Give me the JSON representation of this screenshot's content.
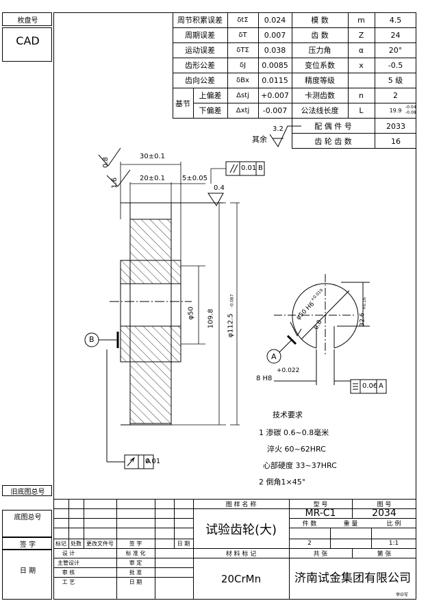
{
  "left_margin": {
    "file_no_label": "枚盘号",
    "cad_label": "CAD",
    "old_drawing_label": "旧底图总号",
    "drawing_total_label": "底图总号",
    "sign_label": "签  字",
    "date_label": "日  期"
  },
  "params_table": {
    "rows": [
      {
        "name": "周节积累误差",
        "sym": "δtΣ",
        "val": "0.024",
        "name2": "模  数",
        "sym2": "m",
        "val2": "4.5"
      },
      {
        "name": "周期误差",
        "sym": "δT",
        "val": "0.007",
        "name2": "齿  数",
        "sym2": "Z",
        "val2": "24"
      },
      {
        "name": "运动误差",
        "sym": "δTΣ",
        "val": "0.038",
        "name2": "压力角",
        "sym2": "α",
        "val2": "20°"
      },
      {
        "name": "齿形公差",
        "sym": "δJ",
        "val": "0.0085",
        "name2": "变位系数",
        "sym2": "x",
        "val2": "-0.5"
      },
      {
        "name": "齿向公差",
        "sym": "δBx",
        "val": "0.0115",
        "name2": "精度等级",
        "sym2": "",
        "val2": "5 级"
      },
      {
        "name": "上偏差",
        "sym": "Δstj",
        "val": "+0.007",
        "name2": "卡测齿数",
        "sym2": "n",
        "val2": "2"
      },
      {
        "name": "下偏差",
        "sym": "Δxtj",
        "val": "-0.007",
        "name2": "公法线长度",
        "sym2": "L",
        "val2": "19.9"
      }
    ],
    "base_label": "基节",
    "l_dev_upper": "-0.04",
    "l_dev_lower": "-0.08",
    "mating_part_label": "配  偶  件  号",
    "mating_part_value": "2033",
    "mating_teeth_label": "齿  轮  齿  数",
    "mating_teeth_value": "16"
  },
  "drawing": {
    "rest_label": "其余",
    "rest_roughness": "3.2",
    "roughness_left_top": "0.8",
    "roughness_left_mid": "1.6",
    "roughness_right": "0.4",
    "dim_30": "30±0.1",
    "dim_20": "20±0.1",
    "dim_5": "5±0.05",
    "parallel_tol": "0.01",
    "parallel_datum": "B",
    "dim_bore": "φ50",
    "dim_hub": "109.8",
    "dim_od": "φ112.5",
    "dim_od_dev": "-0.087",
    "datum_b": "B",
    "runout_tol": "0.01",
    "runout_datum": "A",
    "detail_bore": "φ50 H6",
    "detail_bore_dev": "+0.019",
    "detail_roughness": "0.8",
    "detail_key": "32.6",
    "detail_key_dev": "+0.16",
    "datum_a": "A",
    "keyway_fit": "8 H8",
    "keyway_dev": "+0.022",
    "sym_tol": "0.06",
    "sym_datum": "A"
  },
  "tech_req": {
    "title": "技术要求",
    "items": [
      "1 渗碳 0.6~0.8毫米",
      "淬火 60~62HRC",
      "心部硬度 33~37HRC",
      "2 倒角1×45°"
    ]
  },
  "title_block": {
    "drawing_name_header": "图  样  名  称",
    "drawing_name": "试验齿轮(大)",
    "type_label": "型      号",
    "type_value": "MR-C1",
    "drawing_no_label": "图      号",
    "drawing_no_value": "2034",
    "qty_label": "件  数",
    "weight_label": "重  量",
    "scale_label": "比  例",
    "qty_value": "2",
    "scale_value": "1:1",
    "material_header": "材  料  标  记",
    "material": "20CrMn",
    "total_sheets_label": "共        张",
    "sheet_no_label": "第        张",
    "company": "济南试金集团有限公司",
    "rev_labels": [
      "标记",
      "处数",
      "更改文件号",
      "签  字",
      "日 期"
    ],
    "sign_rows": [
      {
        "l": "设  计",
        "r": "标 准 化"
      },
      {
        "l": "主管设计",
        "r": "审  定"
      },
      {
        "l": "审  核",
        "r": "批  准"
      },
      {
        "l": "工  艺",
        "r": "日  期"
      }
    ],
    "footer": "李中军"
  }
}
